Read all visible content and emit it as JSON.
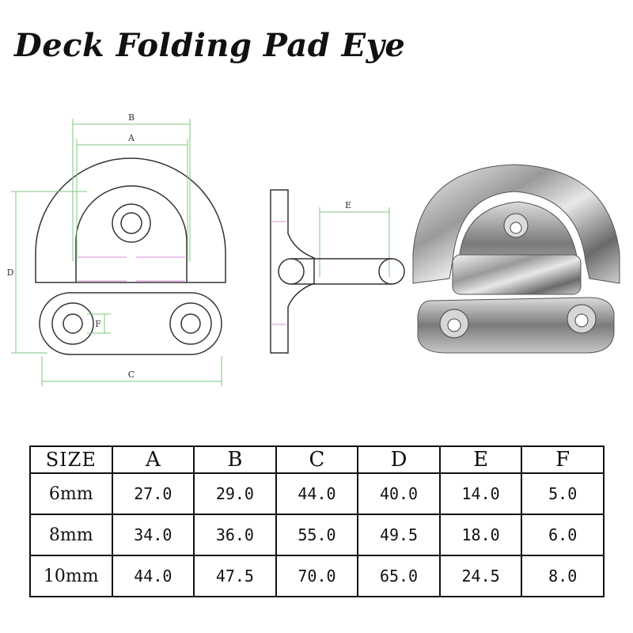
{
  "title": "Deck Folding Pad Eye",
  "dimension_labels": {
    "A": "A",
    "B": "B",
    "C": "C",
    "D": "D",
    "E": "E",
    "F": "F"
  },
  "table": {
    "headers": [
      "SIZE",
      "A",
      "B",
      "C",
      "D",
      "E",
      "F"
    ],
    "rows": [
      [
        "6mm",
        "27.0",
        "29.0",
        "44.0",
        "40.0",
        "14.0",
        "5.0"
      ],
      [
        "8mm",
        "34.0",
        "36.0",
        "55.0",
        "49.5",
        "18.0",
        "6.0"
      ],
      [
        "10mm",
        "44.0",
        "47.5",
        "70.0",
        "65.0",
        "24.5",
        "8.0"
      ]
    ]
  },
  "colors": {
    "outline": "#333333",
    "dimension_line": "#7fc77f",
    "hidden_line": "#d88fd8"
  }
}
